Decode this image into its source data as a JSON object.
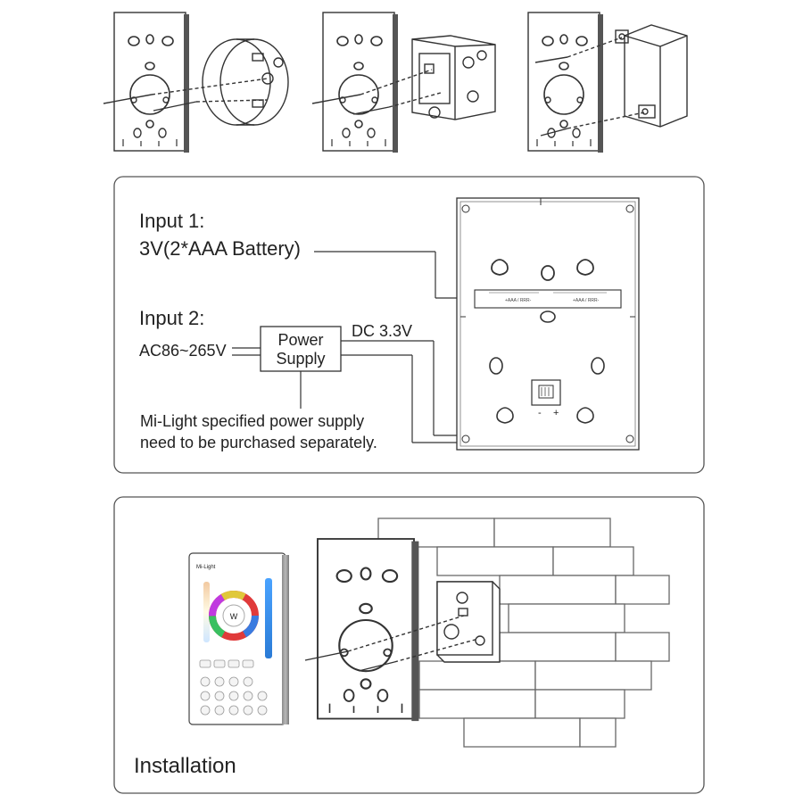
{
  "wiring": {
    "input1_title": "Input 1:",
    "input1_desc": "3V(2*AAA Battery)",
    "input2_title": "Input 2:",
    "ac_range": "AC86~265V",
    "power_supply_line1": "Power",
    "power_supply_line2": "Supply",
    "dc_output": "DC 3.3V",
    "note_line1": "Mi-Light specified power supply",
    "note_line2": "need to be purchased separately.",
    "battery_label_1": "+AAA / RRR-",
    "battery_label_2": "+AAA / RRR-",
    "terminal_minus": "-",
    "terminal_plus": "+"
  },
  "installation": {
    "title": "Installation",
    "brand": "Mi-Light",
    "center_key": "W"
  }
}
